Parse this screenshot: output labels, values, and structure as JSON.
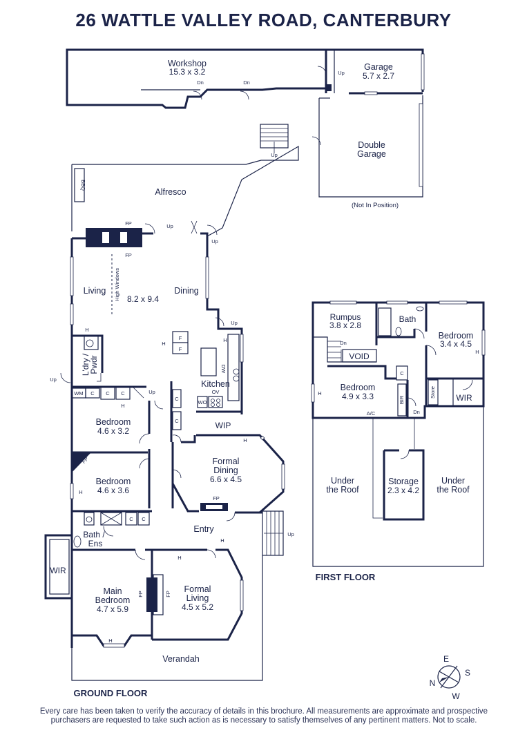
{
  "title": "26 WATTLE VALLEY ROAD, CANTERBURY",
  "disclaimer": "Every care has been taken to verify the accuracy of details in this brochure. All measurements are approximate and prospective purchasers are requested to take such action as is necessary to satisfy themselves of any pertinent matters. Not to scale.",
  "floors": {
    "ground": "GROUND FLOOR",
    "first": "FIRST FLOOR"
  },
  "rooms": {
    "workshop": {
      "name": "Workshop",
      "size": "15.3 x 3.2"
    },
    "garage": {
      "name": "Garage",
      "size": "5.7 x 2.7"
    },
    "double_garage": {
      "line1": "Double",
      "line2": "Garage",
      "note": "(Not In Position)"
    },
    "alfresco": "Alfresco",
    "living": "Living",
    "dining": "Dining",
    "living_dining_size": "8.2 x 9.4",
    "high_windows": "High Windows",
    "kitchen": "Kitchen",
    "ldry_line1": "L'dry /",
    "ldry_line2": "Pwdr",
    "bedroom_a": {
      "name": "Bedroom",
      "size": "4.6 x 3.2"
    },
    "bedroom_b": {
      "name": "Bedroom",
      "size": "4.6 x 3.6"
    },
    "wip": "WIP",
    "formal_dining": {
      "name": "Formal",
      "name2": "Dining",
      "size": "6.6 x 4.5"
    },
    "entry": "Entry",
    "bath_ens_line1": "Bath /",
    "bath_ens_line2": "Ens",
    "wir": "WIR",
    "main_bedroom": {
      "name": "Main",
      "name2": "Bedroom",
      "size": "4.7 x 5.9"
    },
    "formal_living": {
      "name": "Formal",
      "name2": "Living",
      "size": "4.5 x 5.2"
    },
    "verandah": "Verandah",
    "rumpus": {
      "name": "Rumpus",
      "size": "3.8 x 2.8"
    },
    "bath_first": "Bath",
    "bedroom_c": {
      "name": "Bedroom",
      "size": "3.4 x 4.5"
    },
    "void": "VOID",
    "bedroom_d": {
      "name": "Bedroom",
      "size": "4.9 x 3.3"
    },
    "bir": "BIR",
    "store": "Store",
    "wir_first": "WIR",
    "ac": "A/C",
    "under_roof": {
      "line1": "Under",
      "line2": "the Roof"
    },
    "storage": {
      "name": "Storage",
      "size": "2.3 x 4.2"
    }
  },
  "labels": {
    "up": "Up",
    "dn": "Dn",
    "bbq": "BBQ",
    "fp": "FP",
    "h": "H",
    "f": "F",
    "c": "C",
    "wm": "WM",
    "ov": "OV",
    "dw": "DW",
    "wo": "WO"
  },
  "compass": {
    "n": "N",
    "e": "E",
    "s": "S",
    "w": "W"
  },
  "colors": {
    "ink": "#1b2348",
    "background": "#ffffff"
  }
}
